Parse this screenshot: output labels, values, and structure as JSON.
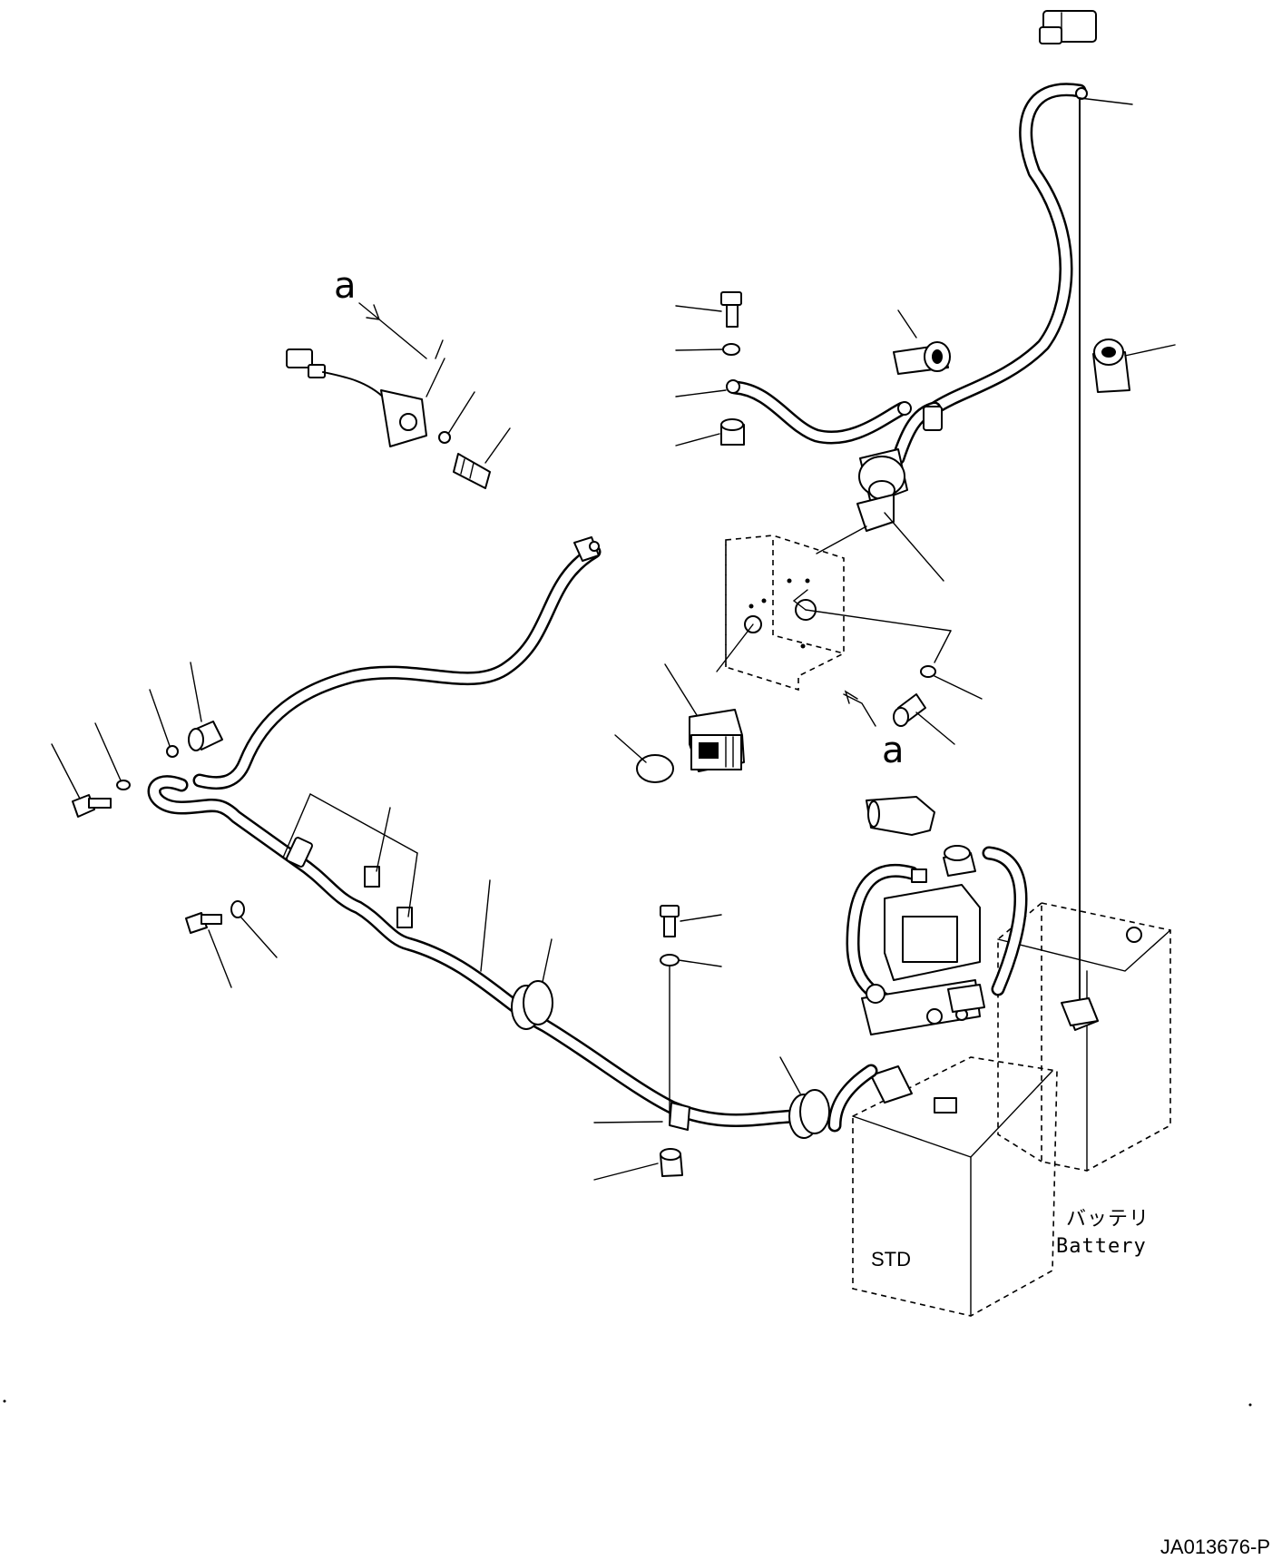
{
  "callout_letters": [
    "a",
    "a"
  ],
  "battery_label": {
    "japanese": "バッテリ",
    "english": "Battery"
  },
  "drawing_code": "JA013676-P"
}
